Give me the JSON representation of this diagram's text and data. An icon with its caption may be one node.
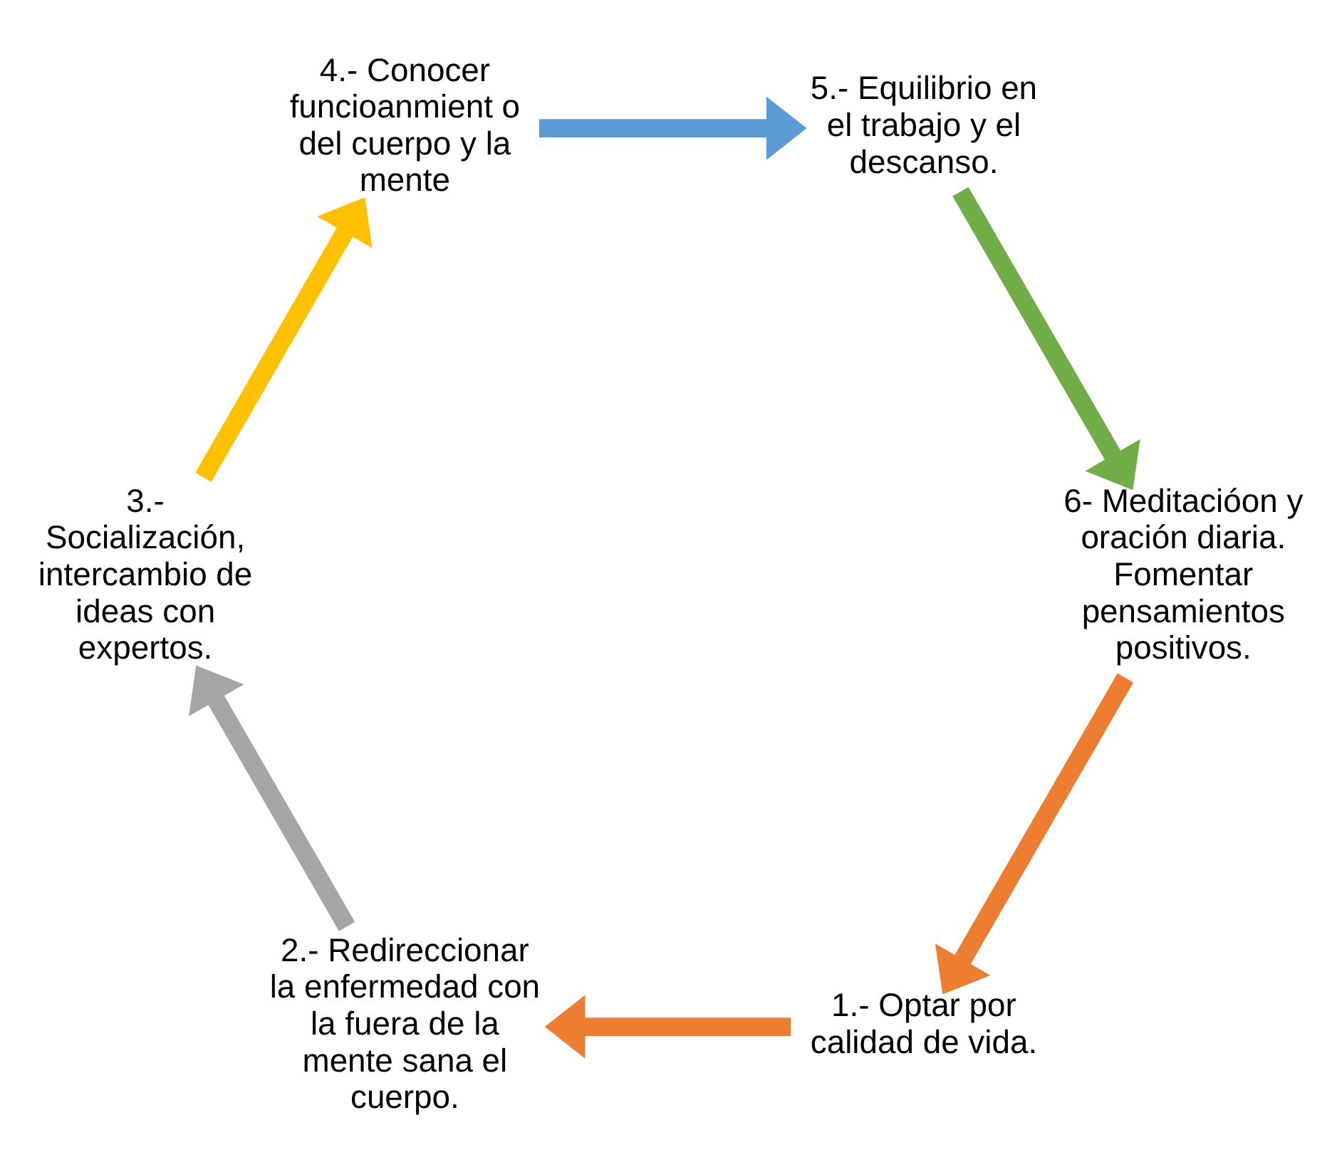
{
  "diagram": {
    "nodes": [
      {
        "text": [
          "1.- Optar por calidad de vida."
        ]
      },
      {
        "text": [
          "2.- Redireccionar la enfermedad con la fuera de la mente sana el cuerpo."
        ]
      },
      {
        "text": [
          "3.- Socialización, intercambio de ideas con expertos."
        ]
      },
      {
        "text": [
          "4.- Conocer funcioanmient o del cuerpo y la mente"
        ]
      },
      {
        "text": [
          "5.- Equilibrio en el trabajo y el descanso."
        ]
      },
      {
        "text": [
          "6- Meditacióon y oración diaria. Fomentar pensamientos positivos."
        ]
      }
    ],
    "edges": [
      {
        "from": 5,
        "to": 0,
        "arrow": "to",
        "color": "#ed7d31"
      },
      {
        "from": 0,
        "to": 1,
        "arrow": "to",
        "color": "#ed7d31"
      },
      {
        "from": 1,
        "to": 2,
        "arrow": "to",
        "color": "#a5a5a5"
      },
      {
        "from": 2,
        "to": 3,
        "arrow": "to",
        "color": "#ffc000"
      },
      {
        "from": 3,
        "to": 4,
        "arrow": "to",
        "color": "#5b9bd5"
      },
      {
        "from": 4,
        "to": 5,
        "arrow": "to",
        "color": "#70ad47"
      }
    ]
  }
}
